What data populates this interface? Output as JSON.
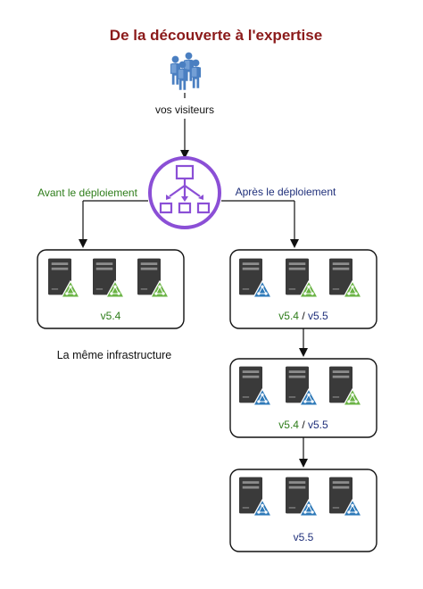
{
  "title": "De la découverte à l'expertise",
  "visitors_label": "vos visiteurs",
  "before_label": "Avant le déploiement",
  "after_label": "Après le déploiement",
  "same_infra_label": "La même infrastructure",
  "left_box": {
    "version_main": "v5.4",
    "badges": [
      "green",
      "green",
      "green"
    ]
  },
  "stages": [
    {
      "version_a": "v5.4",
      "separator": " / ",
      "version_b": "v5.5",
      "badges": [
        "blue",
        "green",
        "green"
      ]
    },
    {
      "version_a": "v5.4",
      "separator": " / ",
      "version_b": "v5.5",
      "badges": [
        "blue",
        "blue",
        "green"
      ]
    },
    {
      "version_b": "v5.5",
      "badges": [
        "blue",
        "blue",
        "blue"
      ]
    }
  ],
  "colors": {
    "title": "#8b1a1a",
    "old_version": "#2e7d1a",
    "new_version": "#1f2f7a",
    "badge_green": "#6ab344",
    "badge_blue": "#2e79b8",
    "load_balancer": "#8b4fd6",
    "visitors": "#4a7fc1"
  },
  "icons": {
    "visitors": "users-group-icon",
    "load_balancer": "load-balancer-icon",
    "server": "server-icon",
    "deploy_badge": "deployment-triangle-icon"
  }
}
